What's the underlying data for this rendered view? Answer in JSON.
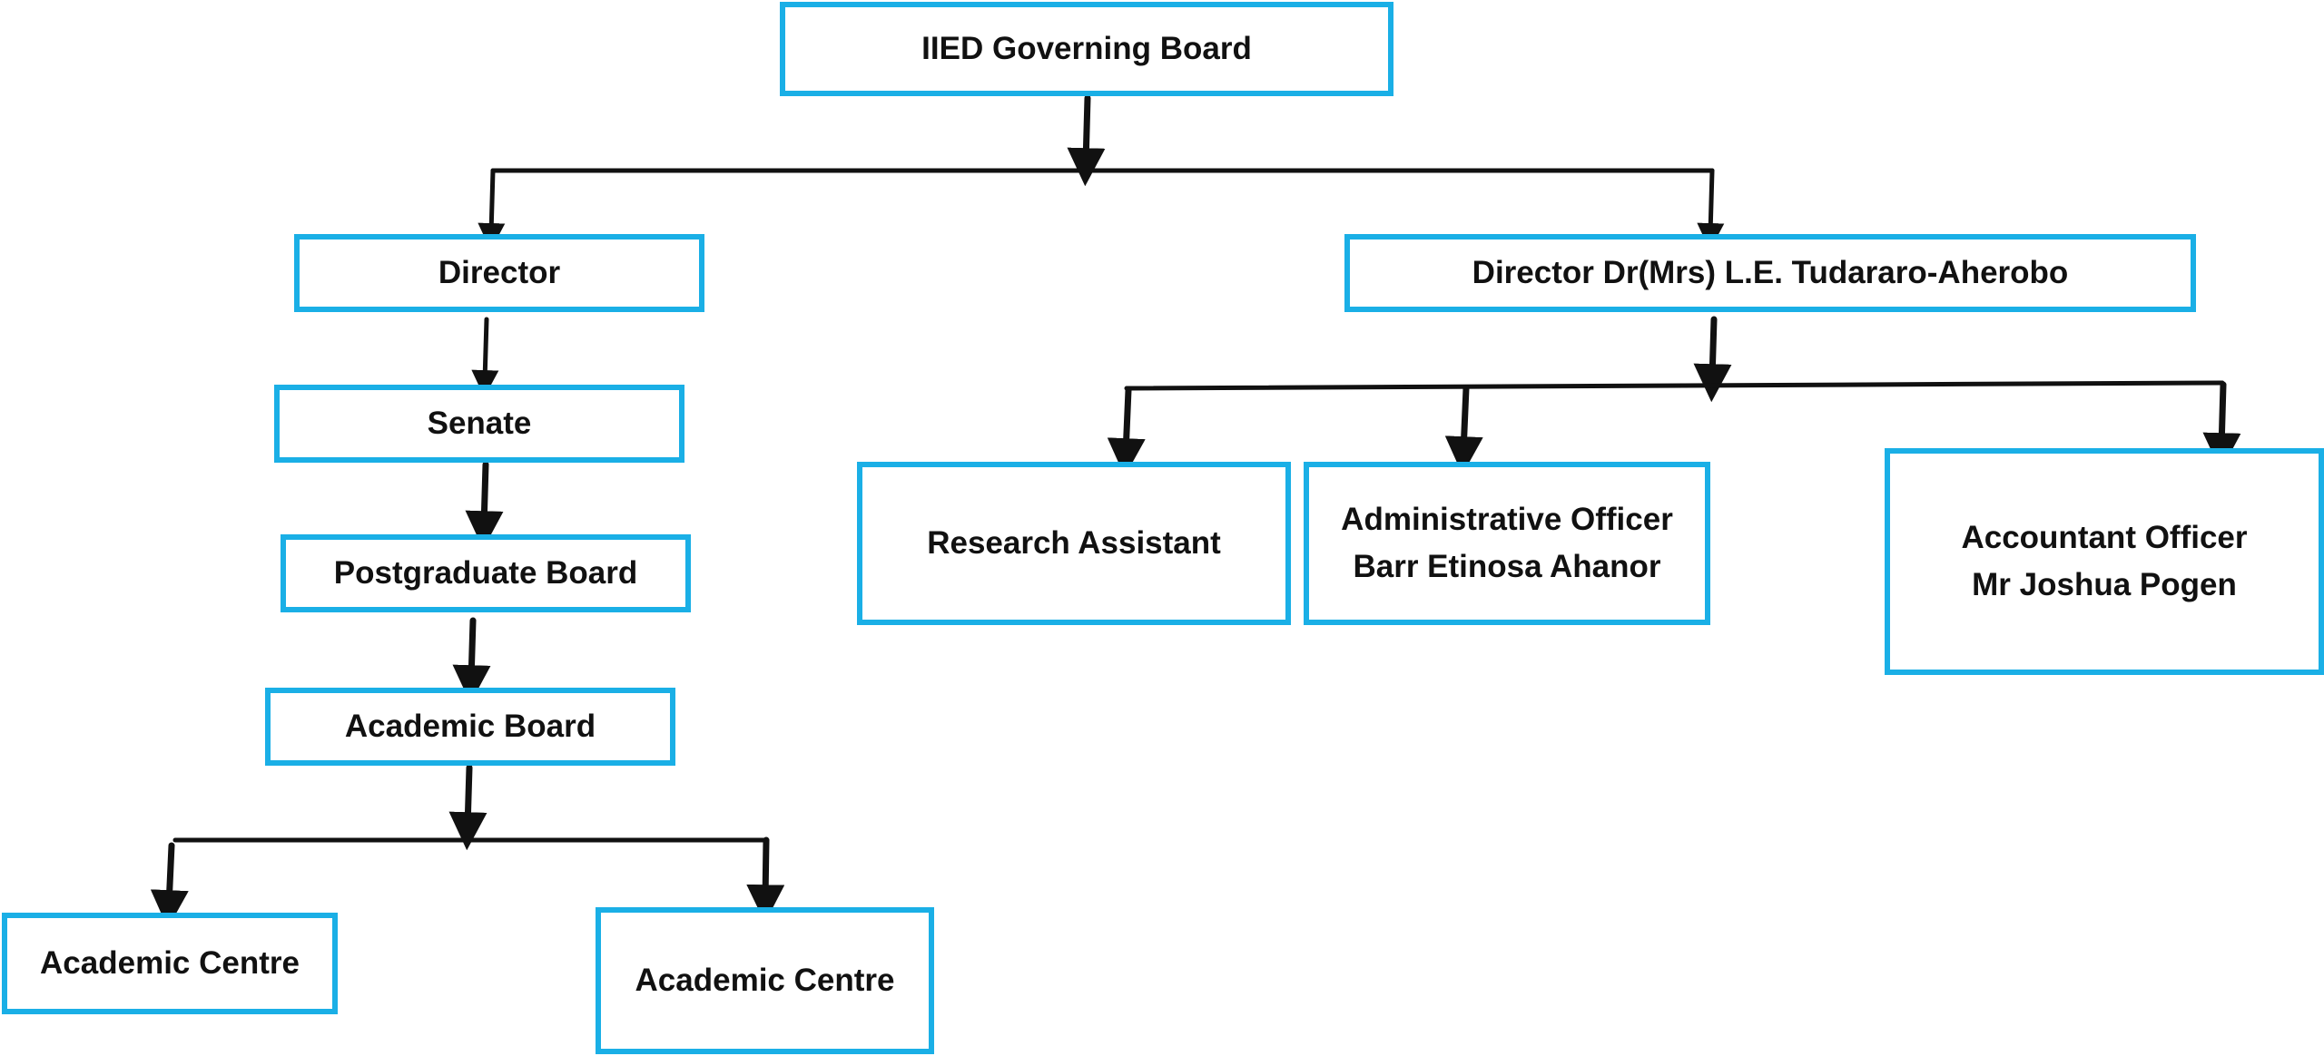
{
  "colors": {
    "box_border": "#1aafe6",
    "connector": "#111111",
    "text": "#111111",
    "background": "#ffffff"
  },
  "org_chart": {
    "governing_board": "IIED Governing Board",
    "director_left": "Director",
    "director_right": "Director Dr(Mrs) L.E. Tudararo-Aherobo",
    "senate": "Senate",
    "postgraduate_board": "Postgraduate Board",
    "academic_board": "Academic Board",
    "academic_centre_1": "Academic Centre",
    "academic_centre_2": "Academic Centre",
    "research_assistant": "Research Assistant",
    "admin_officer": {
      "title": "Administrative Officer",
      "name": "Barr Etinosa Ahanor"
    },
    "accountant_officer": {
      "title": "Accountant Officer",
      "name": "Mr Joshua Pogen"
    }
  }
}
